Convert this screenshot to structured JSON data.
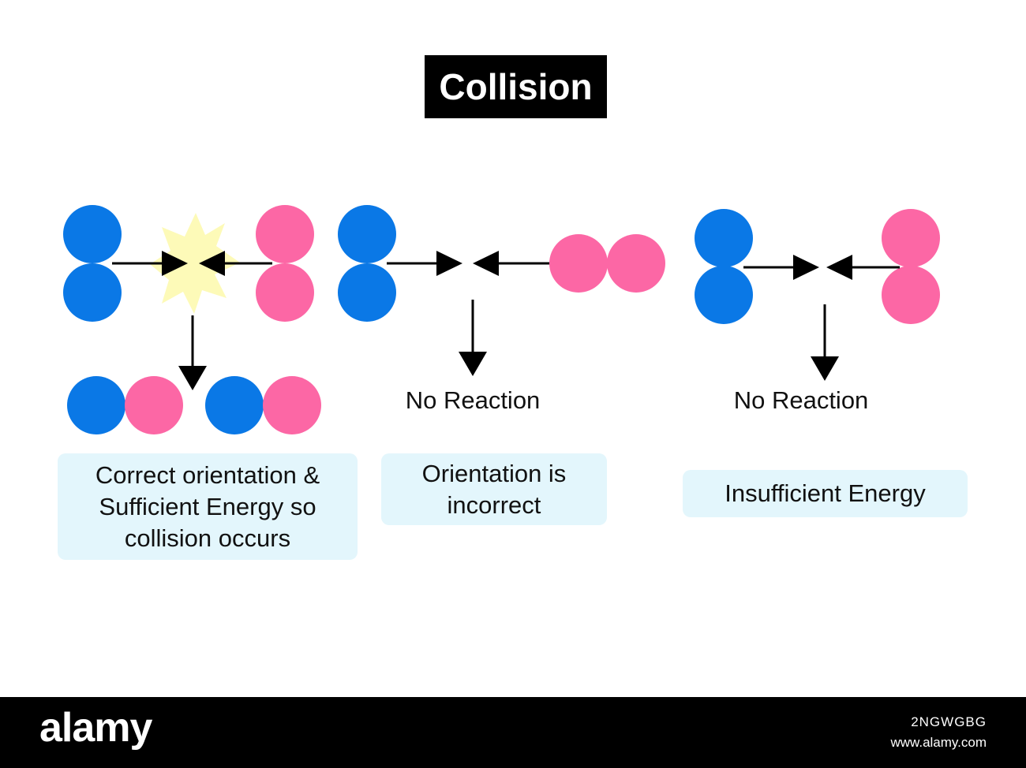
{
  "title": "Collision",
  "colors": {
    "blue": "#0a78e6",
    "pink": "#fc67a5",
    "burst": "#fdfab8",
    "box": "#e3f6fc"
  },
  "scenarios": [
    {
      "result_label": "",
      "caption_lines": [
        "Correct orientation &",
        "Sufficient Energy so",
        "collision occurs"
      ]
    },
    {
      "result_label": "No Reaction",
      "caption_lines": [
        "Orientation is",
        "incorrect"
      ]
    },
    {
      "result_label": "No Reaction",
      "caption_lines": [
        "Insufficient Energy"
      ]
    }
  ],
  "footer": {
    "logo": "alamy",
    "image_id": "2NGWGBG",
    "url": "www.alamy.com"
  }
}
